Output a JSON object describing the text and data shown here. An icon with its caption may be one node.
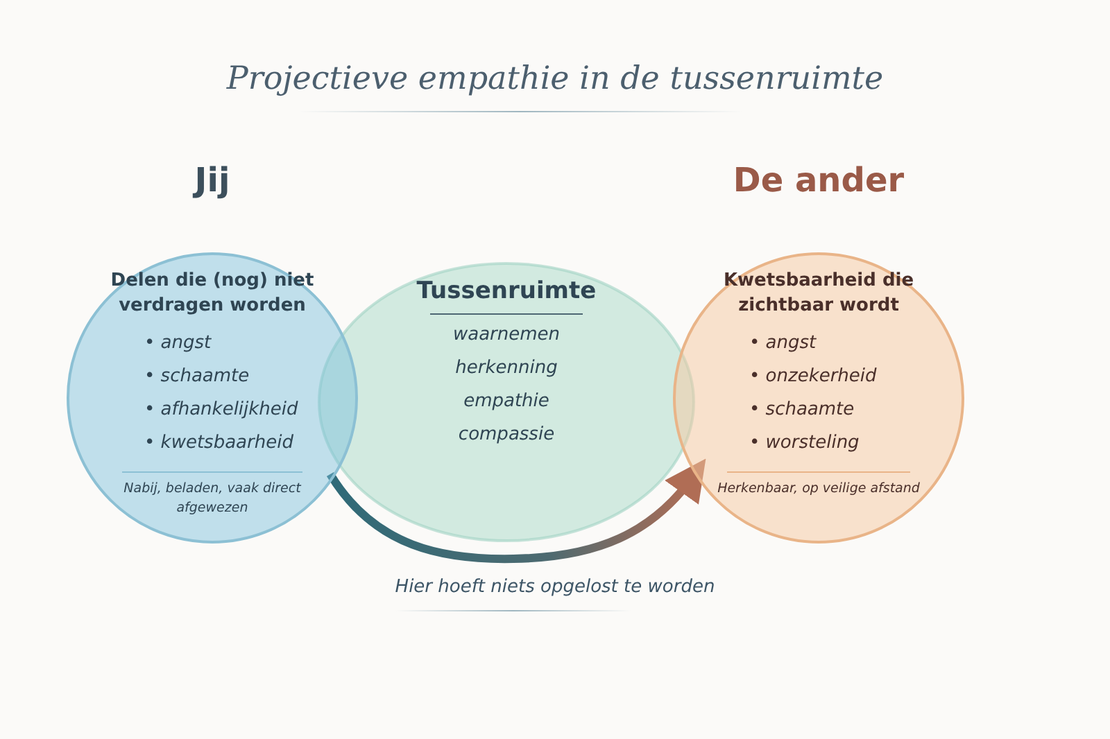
{
  "diagram": {
    "title": "Projectieve empathie in de tussenruimte",
    "nodes": [
      {
        "text": [
          "Jij",
          "Delen die (nog) niet verdragen worden",
          "• angst",
          "• schaamte",
          "• afhankelijkheid",
          "• kwetsbaarheid",
          "Nabij, beladen, vaak direct afgewezen"
        ]
      },
      {
        "text": [
          "Tussenruimte",
          "waarnemen",
          "herkenning",
          "empathie",
          "compassie"
        ]
      },
      {
        "text": [
          "De ander",
          "Kwetsbaarheid die zichtbaar wordt",
          "• angst",
          "• onzekerheid",
          "• schaamte",
          "• worsteling",
          "Herkenbaar, op veilige afstand"
        ]
      }
    ],
    "edges": [
      {
        "from": 0,
        "to": 2,
        "arrow": "to"
      }
    ],
    "labels": [
      "Hier hoeft niets opgelost te worden"
    ]
  }
}
